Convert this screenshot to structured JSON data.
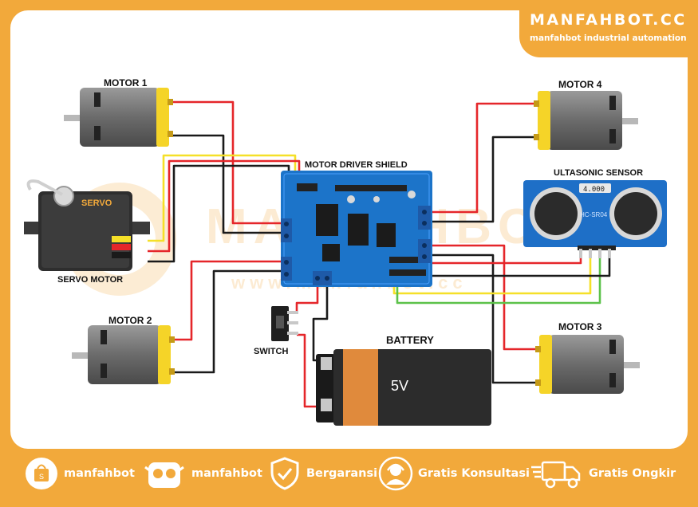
{
  "brand": {
    "name": "MANFAHBOT.CC",
    "tagline": "manfahbot industrial automation",
    "watermark": "MANFAHBOT",
    "watermark_url": "www.manfahbot.cc"
  },
  "diagram": {
    "labels": {
      "motor1": "MOTOR 1",
      "motor2": "MOTOR 2",
      "motor3": "MOTOR 3",
      "motor4": "MOTOR 4",
      "servo_motor": "SERVO MOTOR",
      "servo_brand": "SERVO",
      "shield": "MOTOR DRIVER SHIELD",
      "ultrasonic": "ULTASONIC SENSOR",
      "sensor_model": "HC-SR04",
      "sensor_display": "4.000",
      "switch": "SWITCH",
      "battery": "BATTERY",
      "battery_voltage": "5V"
    },
    "colors": {
      "background_frame": "#f2a93b",
      "wire_red": "#e5262a",
      "wire_black": "#1a1a1a",
      "wire_yellow": "#f5e028",
      "wire_green": "#5cc24a",
      "motor_body": "#6f6f6f",
      "motor_cap": "#f5d428",
      "shield_board": "#1c74c9",
      "sensor_board": "#1e6fc7",
      "battery_body": "#2c2c2c",
      "battery_band": "#e08a3c"
    }
  },
  "footer": {
    "items": [
      {
        "icon": "shopping-bag-icon",
        "label": "manfahbot"
      },
      {
        "icon": "owl-mascot-icon",
        "label": "manfahbot"
      },
      {
        "icon": "shield-check-icon",
        "label": "Bergaransi"
      },
      {
        "icon": "headset-support-icon",
        "label": "Gratis Konsultasi"
      },
      {
        "icon": "delivery-truck-icon",
        "label": "Gratis Ongkir"
      }
    ]
  }
}
